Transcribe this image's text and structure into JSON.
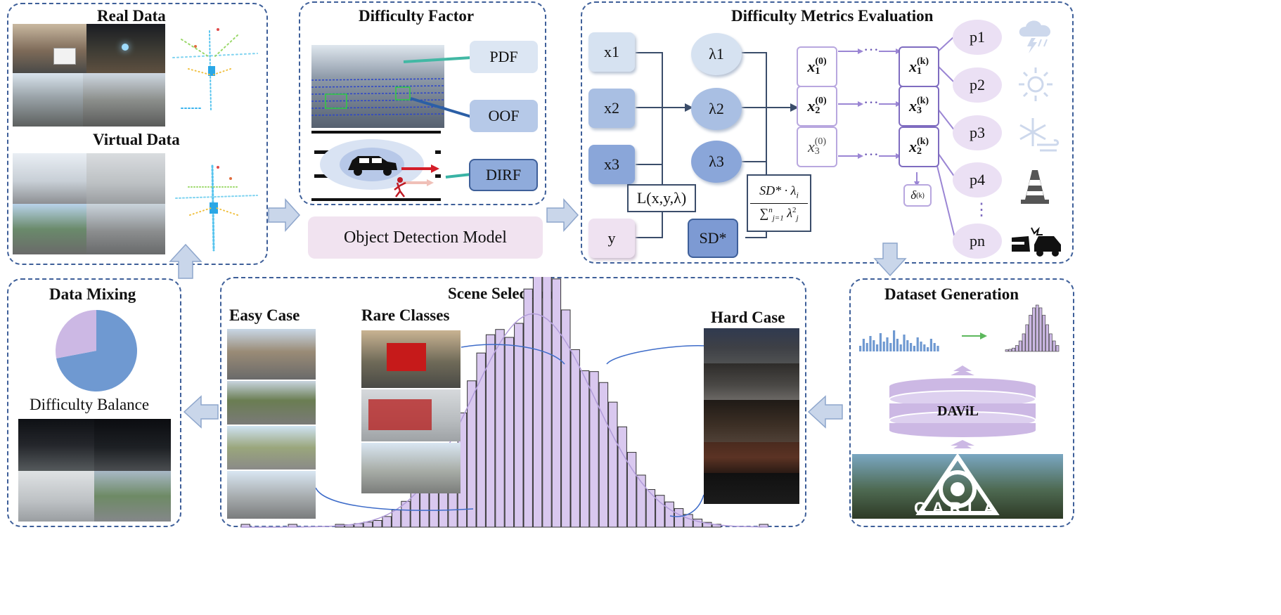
{
  "panels": {
    "real_virtual": {
      "real_title": "Real Data",
      "virtual_title": "Virtual Data"
    },
    "difficulty_factor": {
      "title": "Difficulty Factor",
      "pdf": "PDF",
      "oof": "OOF",
      "dirf": "DIRF",
      "model": "Object Detection Model"
    },
    "metrics": {
      "title": "Difficulty Metrics Evaluation",
      "inputs": [
        "x1",
        "x2",
        "x3",
        "y"
      ],
      "lambdas": [
        "λ1",
        "λ2",
        "λ3"
      ],
      "loss": "L(x,y,λ)",
      "sd": "SD*",
      "formula_num": "SD* · λ",
      "formula_num_sub": "i",
      "formula_den": "∑",
      "formula_den_rest": "λ",
      "formula_den_sup_n": "n",
      "formula_den_sub": "j=1",
      "formula_den_lam_sub": "j",
      "formula_den_lam_sup": "2",
      "x0": [
        "x",
        "x",
        "x"
      ],
      "x0_sub": [
        "1",
        "2",
        "3"
      ],
      "x0_sup": "(0)",
      "xk": [
        "x",
        "x",
        "x"
      ],
      "xk_sub": [
        "1",
        "3",
        "2"
      ],
      "xk_sup": "(k)",
      "delta": "δ",
      "delta_sup": "(k)",
      "dots": "···",
      "vdots": "⋮",
      "params": [
        "p1",
        "p2",
        "p3",
        "p4",
        "pn"
      ],
      "icons": [
        "storm-icon",
        "sun-icon",
        "snow-wind-icon",
        "traffic-cone-icon",
        "car-crash-icon"
      ]
    },
    "scene_selection": {
      "title": "Scene Selection",
      "easy": "Easy Case",
      "rare": "Rare Classes",
      "hard": "Hard Case"
    },
    "data_mixing": {
      "title": "Data Mixing",
      "balance": "Difficulty Balance",
      "pie": {
        "slices": [
          0.72,
          0.28
        ],
        "colors": [
          "#6f99d1",
          "#ccb8e4"
        ]
      }
    },
    "dataset_generation": {
      "title": "Dataset Generation",
      "model": "DAViL",
      "logo": "CARLA"
    }
  },
  "colors": {
    "border": "#3e5f99",
    "arrow": "#c9d6ea",
    "light_blue": "#d4e0f0",
    "mid_blue": "#a9c0e2",
    "dark_blue": "#8aa7d6",
    "lavender": "#e6daf2",
    "purple_line": "#9b86d4"
  }
}
